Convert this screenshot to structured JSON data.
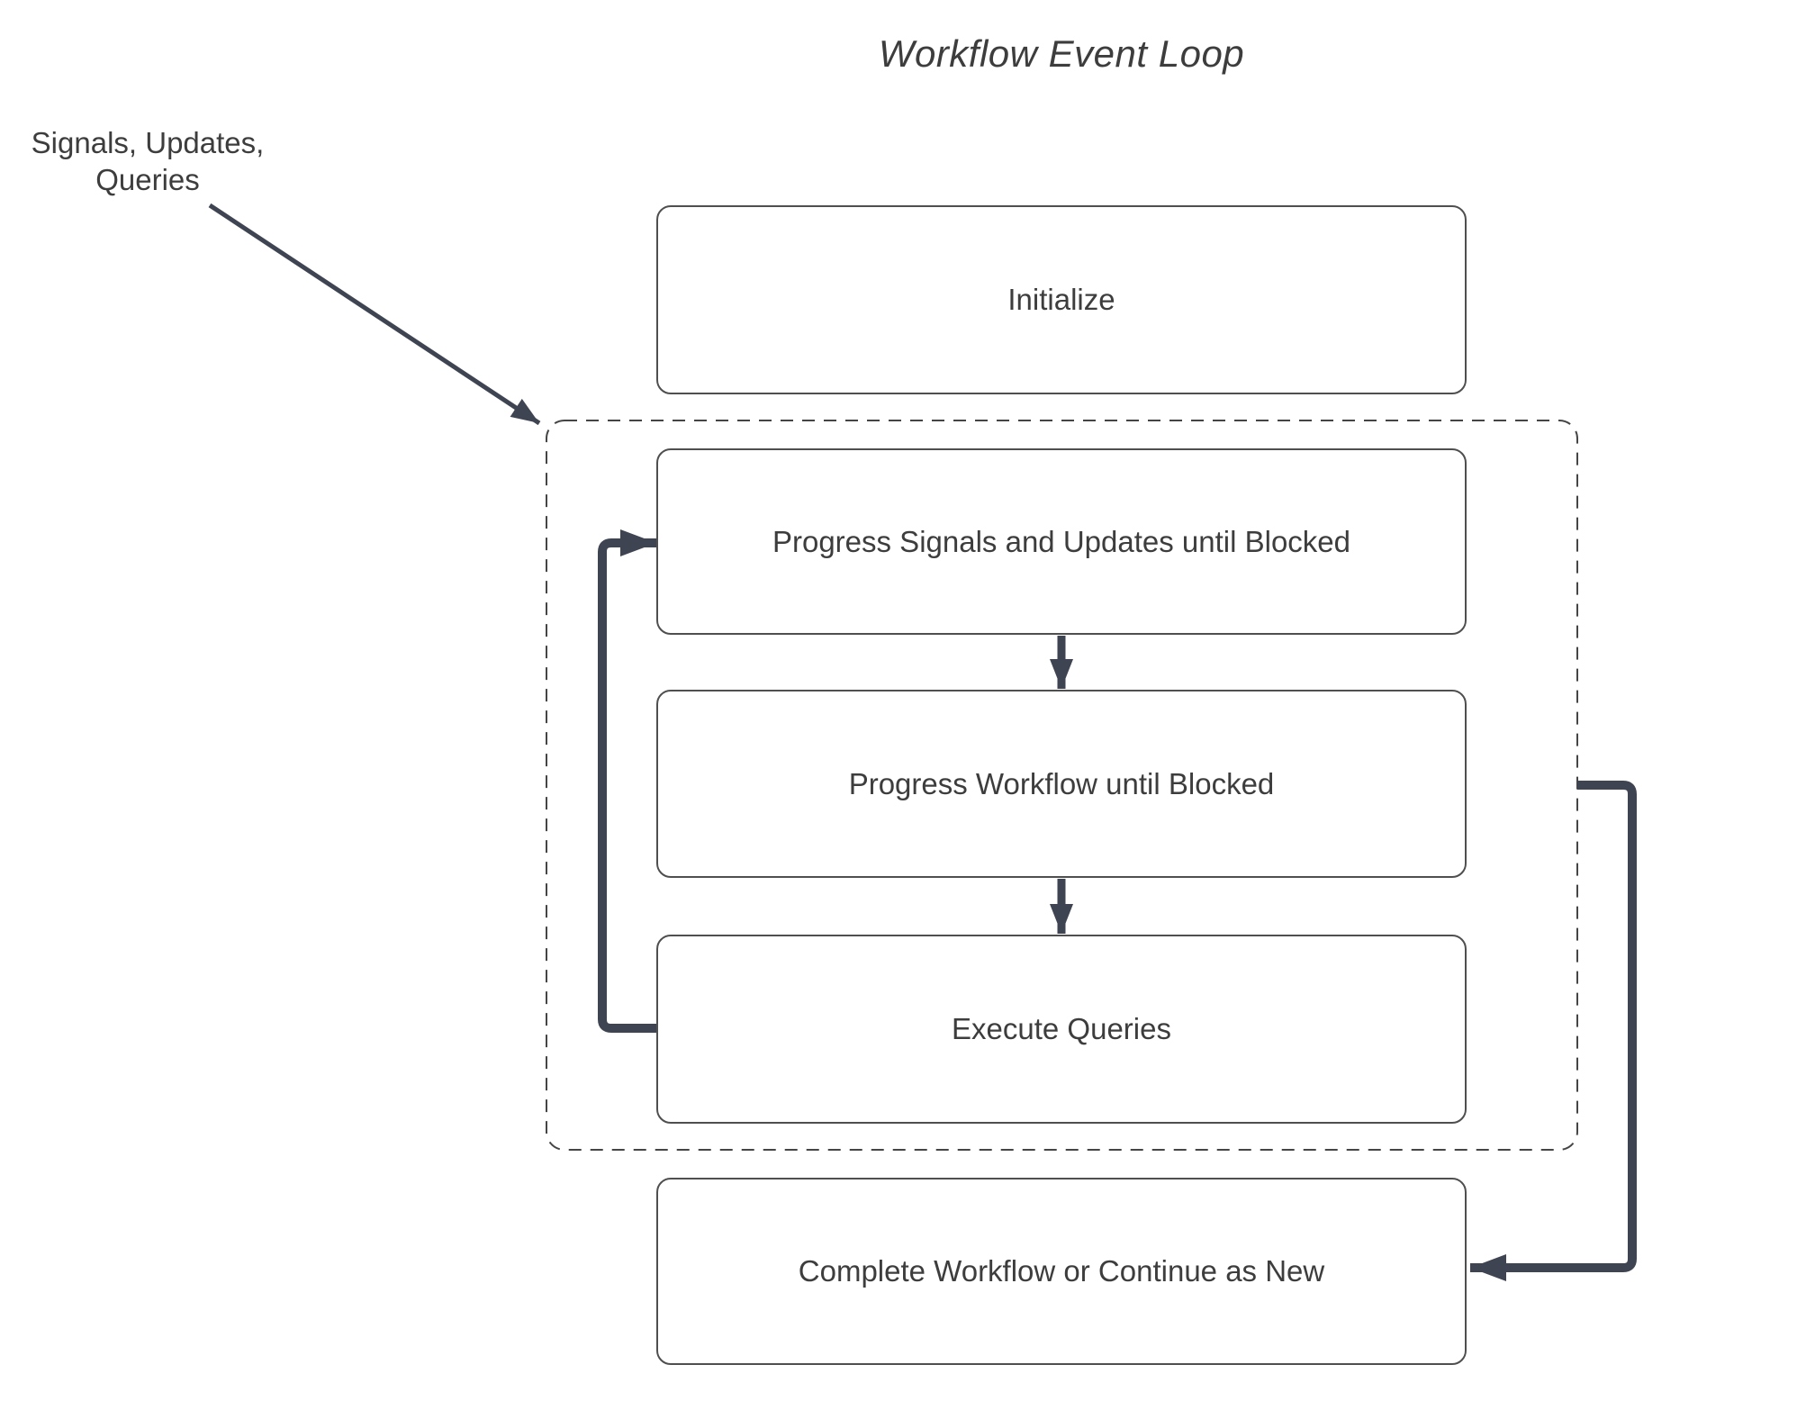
{
  "title": "Workflow Event Loop",
  "annotation": {
    "line1": "Signals, Updates,",
    "line2": "Queries"
  },
  "nodes": {
    "initialize": {
      "label": "Initialize"
    },
    "progress_signals": {
      "label": "Progress Signals and Updates until Blocked"
    },
    "progress_workflow": {
      "label": "Progress Workflow until Blocked"
    },
    "execute_queries": {
      "label": "Execute Queries"
    },
    "complete": {
      "label": "Complete Workflow or Continue as New"
    }
  },
  "edges": [
    {
      "from": "signals-updates-queries-label",
      "to": "event-loop-group",
      "style": "thin-arrow"
    },
    {
      "from": "progress_signals",
      "to": "progress_workflow",
      "style": "down-arrow"
    },
    {
      "from": "progress_workflow",
      "to": "execute_queries",
      "style": "down-arrow"
    },
    {
      "from": "execute_queries",
      "to": "progress_signals",
      "style": "thick-elbow-arrow"
    },
    {
      "from": "event-loop-group",
      "to": "complete",
      "style": "thick-elbow-arrow"
    }
  ],
  "colors": {
    "arrow": "#3e4451",
    "box-border": "#4f4f4f",
    "dash-border": "#454545",
    "text": "#3d3d3d",
    "canvas": "#ffffff"
  }
}
